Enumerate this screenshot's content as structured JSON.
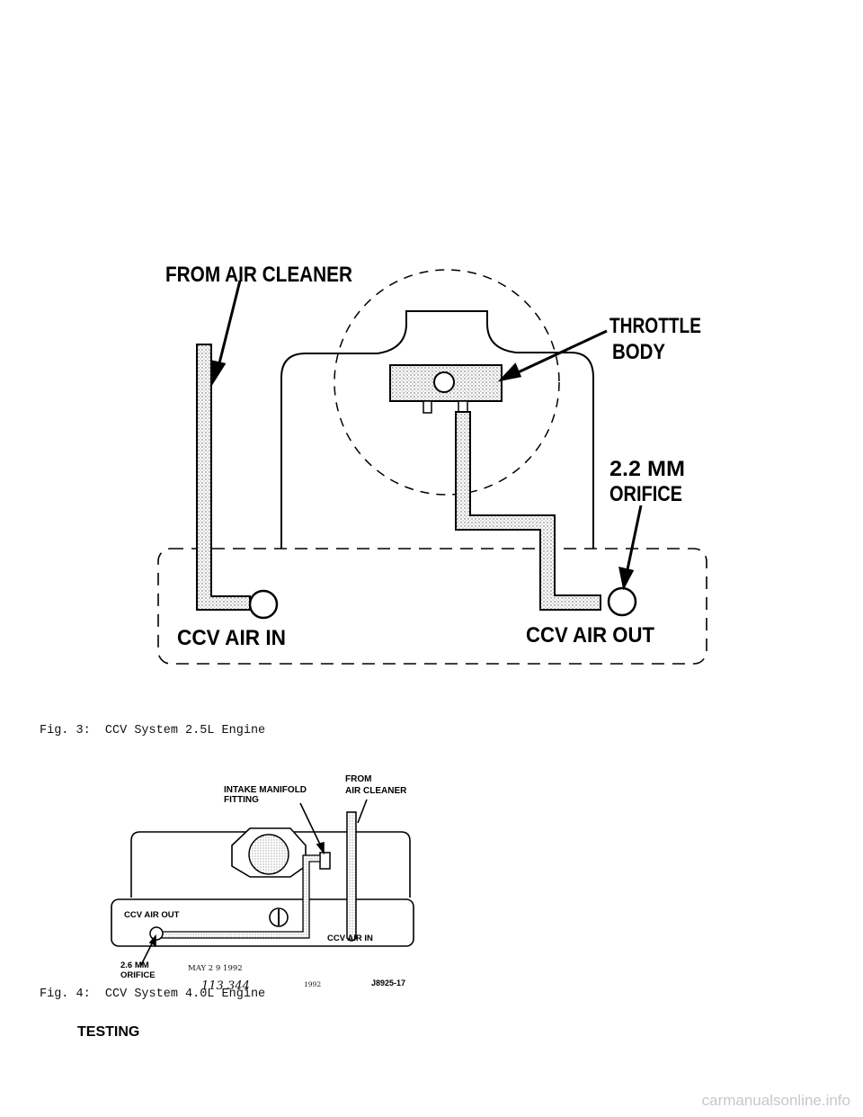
{
  "figure3": {
    "labels": {
      "from_air_cleaner": "FROM AIR CLEANER",
      "throttle": "THROTTLE",
      "body": "BODY",
      "orifice_size": "2.2 MM",
      "orifice": "ORIFICE",
      "ccv_air_in": "CCV AIR IN",
      "ccv_air_out": "CCV AIR OUT"
    },
    "caption": "Fig. 3:  CCV System 2.5L Engine"
  },
  "figure4": {
    "labels": {
      "intake_manifold": "INTAKE MANIFOLD",
      "fitting": "FITTING",
      "from": "FROM",
      "air_cleaner": "AIR CLEANER",
      "ccv_air_out": "CCV AIR OUT",
      "ccv_air_in": "CCV AIR IN",
      "orifice_size": "2.6 MM",
      "orifice": "ORIFICE",
      "stamp_date": "MAY  2 9  1992",
      "stamp_handwritten": "113 344",
      "stamp_year": "1992",
      "figure_id": "J8925-17"
    },
    "caption": "Fig. 4:  CCV System 4.0L Engine"
  },
  "section_heading": "TESTING",
  "watermark": "carmanualsonline.info"
}
